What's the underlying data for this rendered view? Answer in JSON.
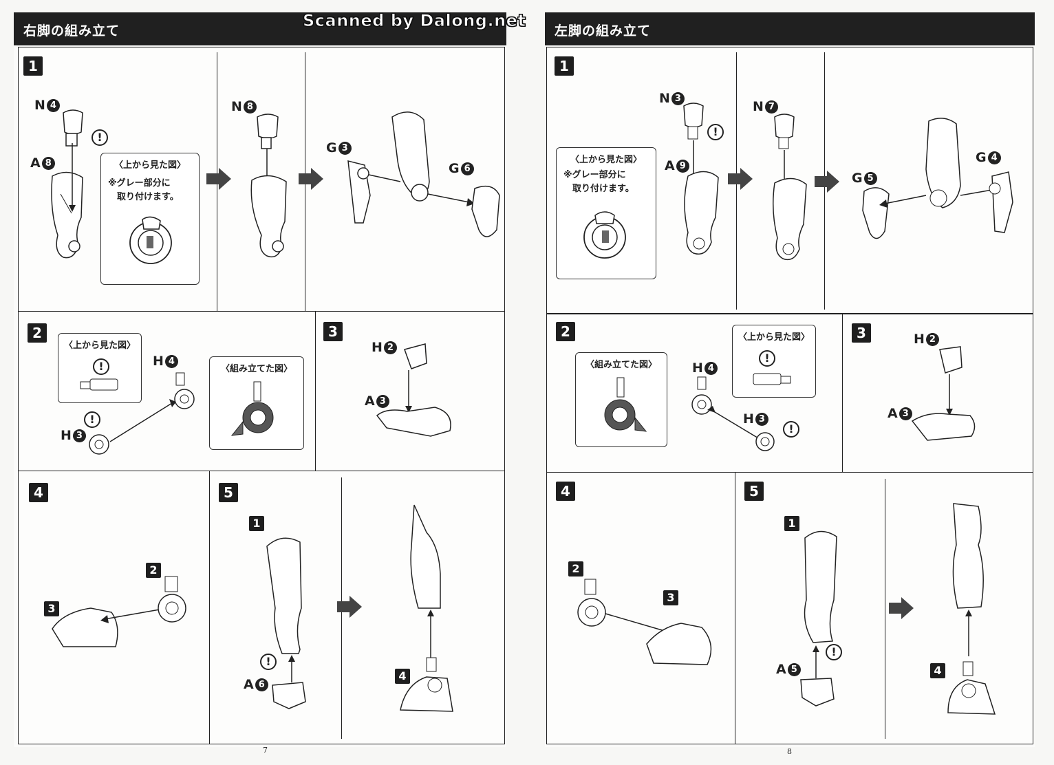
{
  "watermark": "Scanned by Dalong.net",
  "left_page": {
    "title": "右脚の組み立て",
    "page_number": "7",
    "steps": {
      "s1": {
        "num": "1",
        "labels": {
          "n": "N",
          "n_num": "4",
          "a": "A",
          "a_num": "8",
          "n2": "N",
          "n2_num": "8",
          "g1": "G",
          "g1_num": "3",
          "g2": "G",
          "g2_num": "6"
        },
        "callout": {
          "title": "〈上から見た図〉",
          "note": "※グレー部分に\n　取り付けます。"
        }
      },
      "s2": {
        "num": "2",
        "callout_top": "〈上から見た図〉",
        "callout_built": "〈組み立てた図〉",
        "labels": {
          "h1": "H",
          "h1_num": "4",
          "h2": "H",
          "h2_num": "3"
        }
      },
      "s3": {
        "num": "3",
        "labels": {
          "h": "H",
          "h_num": "2",
          "a": "A",
          "a_num": "3"
        }
      },
      "s4": {
        "num": "4",
        "badge_a": "2",
        "badge_b": "3"
      },
      "s5": {
        "num": "5",
        "badge_a": "1",
        "badge_b": "4",
        "labels": {
          "a": "A",
          "a_num": "6"
        }
      }
    }
  },
  "right_page": {
    "title": "左脚の組み立て",
    "page_number": "8",
    "steps": {
      "s1": {
        "num": "1",
        "labels": {
          "n": "N",
          "n_num": "3",
          "a": "A",
          "a_num": "9",
          "n2": "N",
          "n2_num": "7",
          "g1": "G",
          "g1_num": "4",
          "g2": "G",
          "g2_num": "5"
        },
        "callout": {
          "title": "〈上から見た図〉",
          "note": "※グレー部分に\n　取り付けます。"
        }
      },
      "s2": {
        "num": "2",
        "callout_top": "〈上から見た図〉",
        "callout_built": "〈組み立てた図〉",
        "labels": {
          "h1": "H",
          "h1_num": "4",
          "h2": "H",
          "h2_num": "3"
        }
      },
      "s3": {
        "num": "3",
        "labels": {
          "h": "H",
          "h_num": "2",
          "a": "A",
          "a_num": "3"
        }
      },
      "s4": {
        "num": "4",
        "badge_a": "2",
        "badge_b": "3"
      },
      "s5": {
        "num": "5",
        "badge_a": "1",
        "badge_b": "4",
        "labels": {
          "a": "A",
          "a_num": "5"
        }
      }
    }
  },
  "warning_glyph": "!"
}
